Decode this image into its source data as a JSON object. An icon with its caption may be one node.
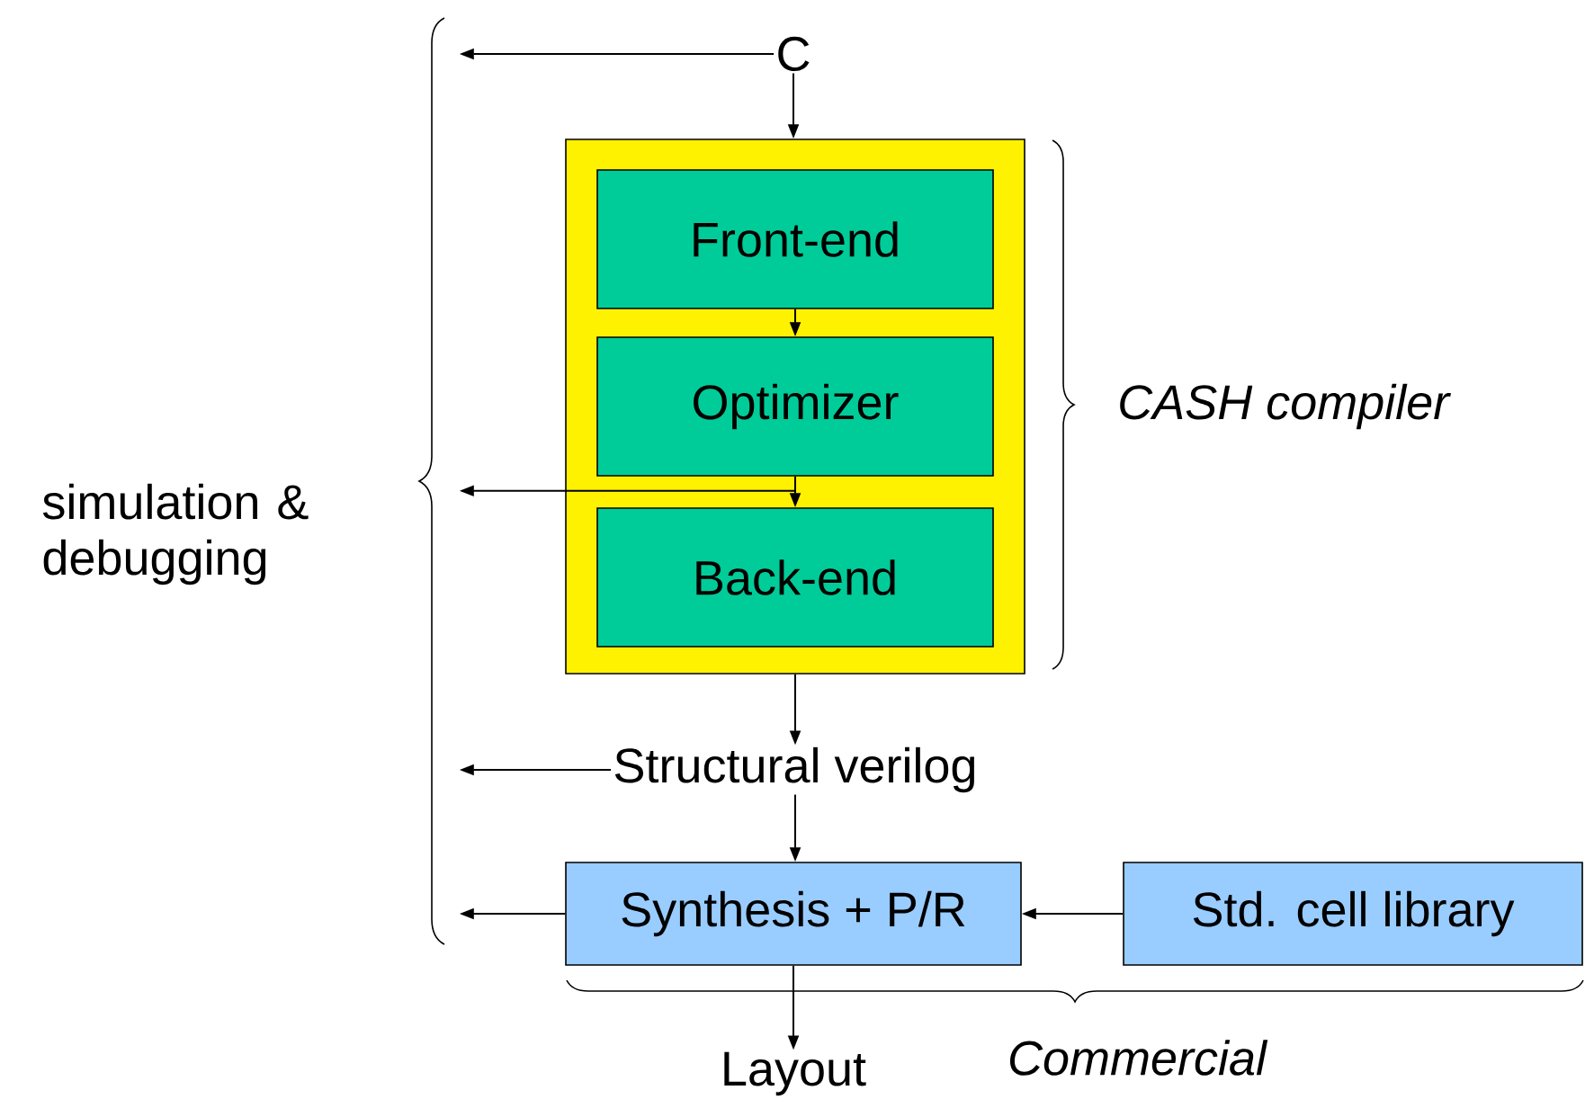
{
  "diagram": {
    "nodes": [
      {
        "text": [
          "C"
        ]
      },
      {
        "text": [],
        "shape": "box",
        "beside": [
          "CASH compiler"
        ]
      },
      {
        "text": [
          "Front-end"
        ],
        "in": 1
      },
      {
        "text": [
          "Optimizer"
        ],
        "in": 1
      },
      {
        "text": [
          "Back-end"
        ],
        "in": 1
      },
      {
        "text": [
          "Structural verilog"
        ]
      },
      {
        "text": [
          "Synthesis + P/R"
        ]
      },
      {
        "text": [
          "Std. cell library"
        ]
      },
      {
        "text": [
          "Layout"
        ]
      },
      {
        "text": [
          "simulation & debugging"
        ]
      }
    ],
    "edges": [
      {
        "from": 0,
        "to": 1,
        "arrow": "to"
      },
      {
        "from": 2,
        "to": 3,
        "arrow": "to"
      },
      {
        "from": 3,
        "to": 4,
        "arrow": "to"
      },
      {
        "from": 1,
        "to": 5,
        "arrow": "to"
      },
      {
        "from": 5,
        "to": 6,
        "arrow": "to"
      },
      {
        "from": 7,
        "to": 6,
        "arrow": "to"
      },
      {
        "from": 6,
        "to": 8,
        "arrow": "to"
      },
      {
        "from": 0,
        "to": 9,
        "arrow": "to"
      },
      {
        "from": 3,
        "to": 9,
        "arrow": "to"
      },
      {
        "from": 5,
        "to": 9,
        "arrow": "to"
      },
      {
        "from": 6,
        "to": 9,
        "arrow": "to"
      }
    ],
    "labels": [
      "Commercial"
    ]
  }
}
